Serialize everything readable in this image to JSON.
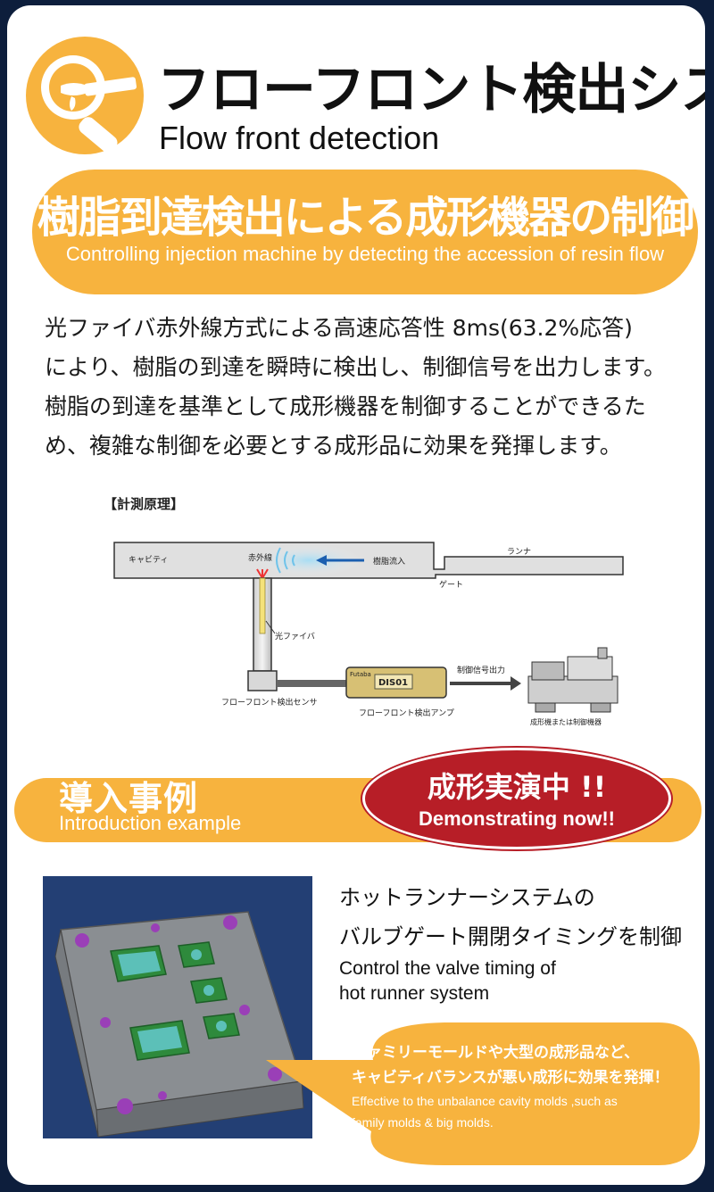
{
  "header": {
    "title_ja": "フローフロント検出システム",
    "title_en": "Flow front detection"
  },
  "banner": {
    "title_ja": "樹脂到達検出による成形機器の制御",
    "title_en": "Controlling injection machine by detecting the accession of resin flow"
  },
  "description": {
    "lines": [
      "光ファイバ赤外線方式による高速応答性 8ms(63.2%応答)",
      "により、樹脂の到達を瞬時に検出し、制御信号を出力します。",
      "樹脂の到達を基準として成形機器を制御することができるた",
      "め、複雑な制御を必要とする成形品に効果を発揮します。"
    ]
  },
  "principle": {
    "label": "【計測原理】",
    "cavity": "キャビティ",
    "infrared": "赤外線",
    "resin_flow": "樹脂流入",
    "runner": "ランナ",
    "gate": "ゲート",
    "fiber": "光ファイバ",
    "sensor": "フローフロント検出センサ",
    "amp": "フローフロント検出アンプ",
    "amp_brand": "Futaba",
    "amp_model": "DIS01",
    "signal": "制御信号出力",
    "machine": "成形機または制御機器"
  },
  "intro": {
    "title_ja": "導入事例",
    "title_en": "Introduction example",
    "demo_ja": "成形実演中 !!",
    "demo_en": "Demonstrating now!!"
  },
  "case": {
    "ja_line1": "ホットランナーシステムの",
    "ja_line2": "バルブゲート開閉タイミングを制御",
    "en_line1": "Control the valve timing  of",
    "en_line2": "hot runner system",
    "bubble_ja1": "ファミリーモールドや大型の成形品など、",
    "bubble_ja2": "キャビティバランスが悪い成形に効果を発揮！",
    "bubble_en1": "Effective to the unbalance cavity molds ,such as",
    "bubble_en2": "family molds & big molds."
  },
  "colors": {
    "accent_orange": "#f7b33e",
    "demo_red": "#b71e27",
    "frame_navy": "#0d1e3c"
  }
}
